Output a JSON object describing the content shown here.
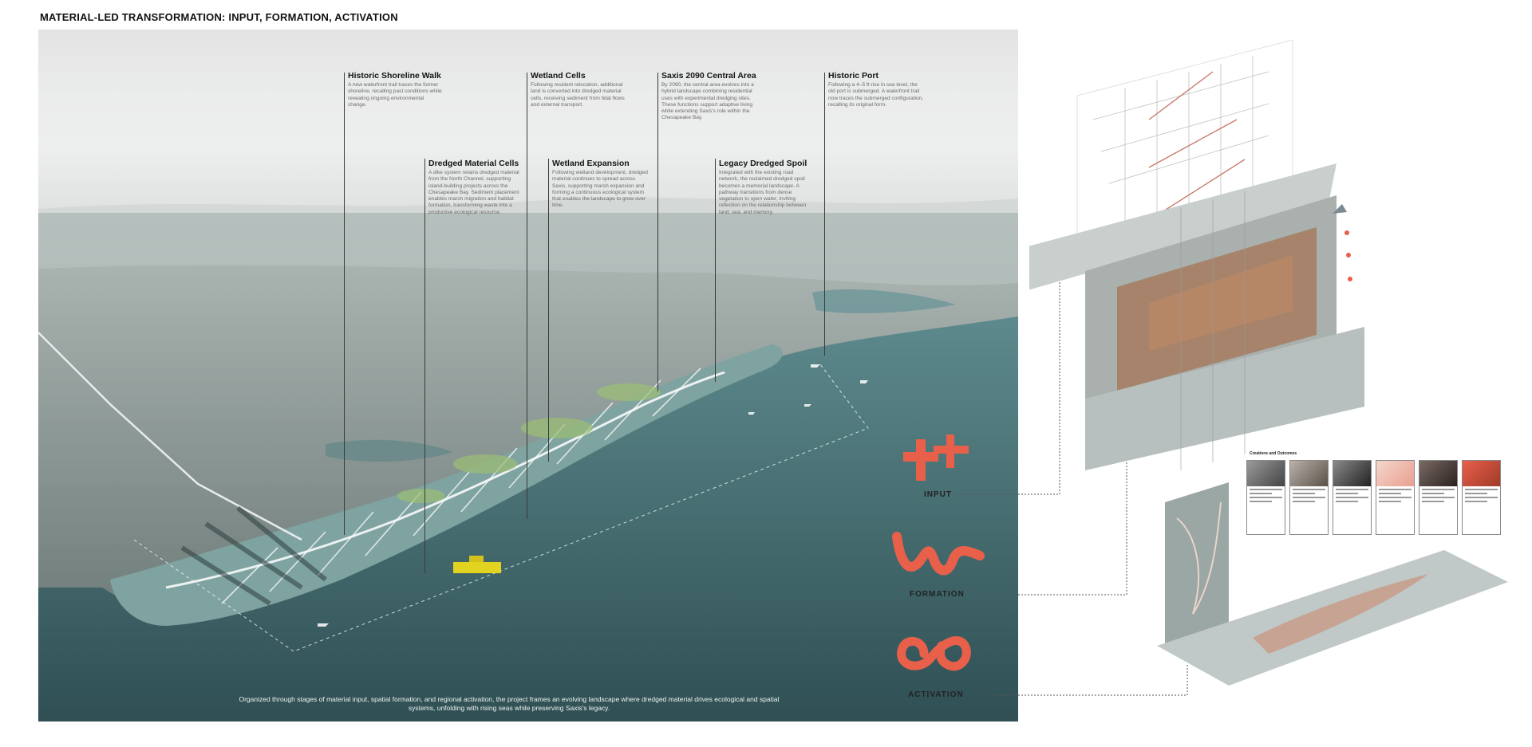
{
  "poster_title": "MATERIAL-LED TRANSFORMATION: INPUT, FORMATION, ACTIVATION",
  "callouts": [
    {
      "id": "historic-shoreline-walk",
      "title": "Historic Shoreline Walk",
      "body": "A new waterfront trail traces the former shoreline, recalling past conditions while revealing ongoing environmental change."
    },
    {
      "id": "wetland-cells",
      "title": "Wetland Cells",
      "body": "Following resident relocation, additional land is converted into dredged material cells, receiving sediment from tidal flows and external transport."
    },
    {
      "id": "saxis-2090-central-area",
      "title": "Saxis 2090 Central Area",
      "body": "By 2090, the central area evolves into a hybrid landscape combining residential uses with experimental dredging sites. These functions support adaptive living while extending Saxis's role within the Chesapeake Bay."
    },
    {
      "id": "historic-port",
      "title": "Historic Port",
      "body": "Following a 4–5 ft rise in sea level, the old port is submerged. A waterfront trail now traces the submerged configuration, recalling its original form."
    },
    {
      "id": "dredged-material-cells",
      "title": "Dredged Material Cells",
      "body": "A dike system retains dredged material from the North Channel, supporting island-building projects across the Chesapeake Bay. Sediment placement enables marsh migration and habitat formation, transforming waste into a productive ecological resource."
    },
    {
      "id": "wetland-expansion",
      "title": "Wetland Expansion",
      "body": "Following wetland development, dredged material continues to spread across Saxis, supporting marsh expansion and forming a continuous ecological system that enables the landscape to grow over time."
    },
    {
      "id": "legacy-dredged-spoil",
      "title": "Legacy Dredged Spoil",
      "body": "Integrated with the existing road network, the reclaimed dredged spoil becomes a memorial landscape. A pathway transitions from dense vegetation to open water, inviting reflection on the relationship between land, sea, and memory."
    }
  ],
  "caption": "Organized through stages of material input, spatial formation, and regional activation, the project frames an evolving landscape where dredged material drives ecological and spatial systems, unfolding with rising seas while preserving Saxis's legacy.",
  "stages": [
    {
      "id": "input",
      "label": "INPUT",
      "icon": "plus-plus-icon"
    },
    {
      "id": "formation",
      "label": "FORMATION",
      "icon": "w-wave-icon"
    },
    {
      "id": "activation",
      "label": "ACTIVATION",
      "icon": "infinity-loop-icon"
    }
  ],
  "outcomes_title": "Creations and Outcomes",
  "colors": {
    "accent": "#e8604a",
    "water": "#3f5e63",
    "land": "#8d9a97",
    "road": "#ffffff"
  }
}
